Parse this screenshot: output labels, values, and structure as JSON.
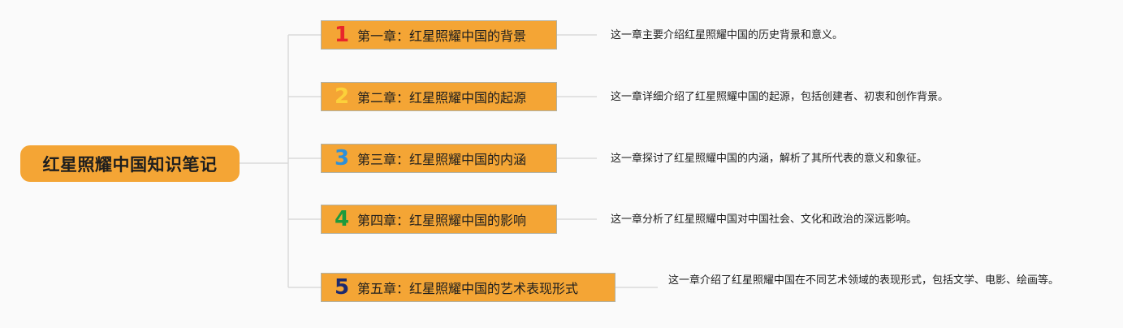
{
  "root": {
    "title": "红星照耀中国知识笔记"
  },
  "chapters": [
    {
      "number": "1",
      "number_color": "#e8262b",
      "title": "第一章：红星照耀中国的背景",
      "description": "这一章主要介绍红星照耀中国的历史背景和意义。"
    },
    {
      "number": "2",
      "number_color": "#fcd13a",
      "title": "第二章：红星照耀中国的起源",
      "description": "这一章详细介绍了红星照耀中国的起源，包括创建者、初衷和创作背景。"
    },
    {
      "number": "3",
      "number_color": "#2e90d8",
      "title": "第三章：红星照耀中国的内涵",
      "description": "这一章探讨了红星照耀中国的内涵，解析了其所代表的意义和象征。"
    },
    {
      "number": "4",
      "number_color": "#1e9a3c",
      "title": "第四章：红星照耀中国的影响",
      "description": "这一章分析了红星照耀中国对中国社会、文化和政治的深远影响。"
    },
    {
      "number": "5",
      "number_color": "#1d2a6e",
      "title": "第五章：红星照耀中国的艺术表现形式",
      "description": "这一章介绍了红星照耀中国在不同艺术领域的表现形式，包括文学、电影、绘画等。"
    }
  ],
  "colors": {
    "node_fill": "#f4a535",
    "connector": "#d9d9d9",
    "background": "#fafafa"
  }
}
